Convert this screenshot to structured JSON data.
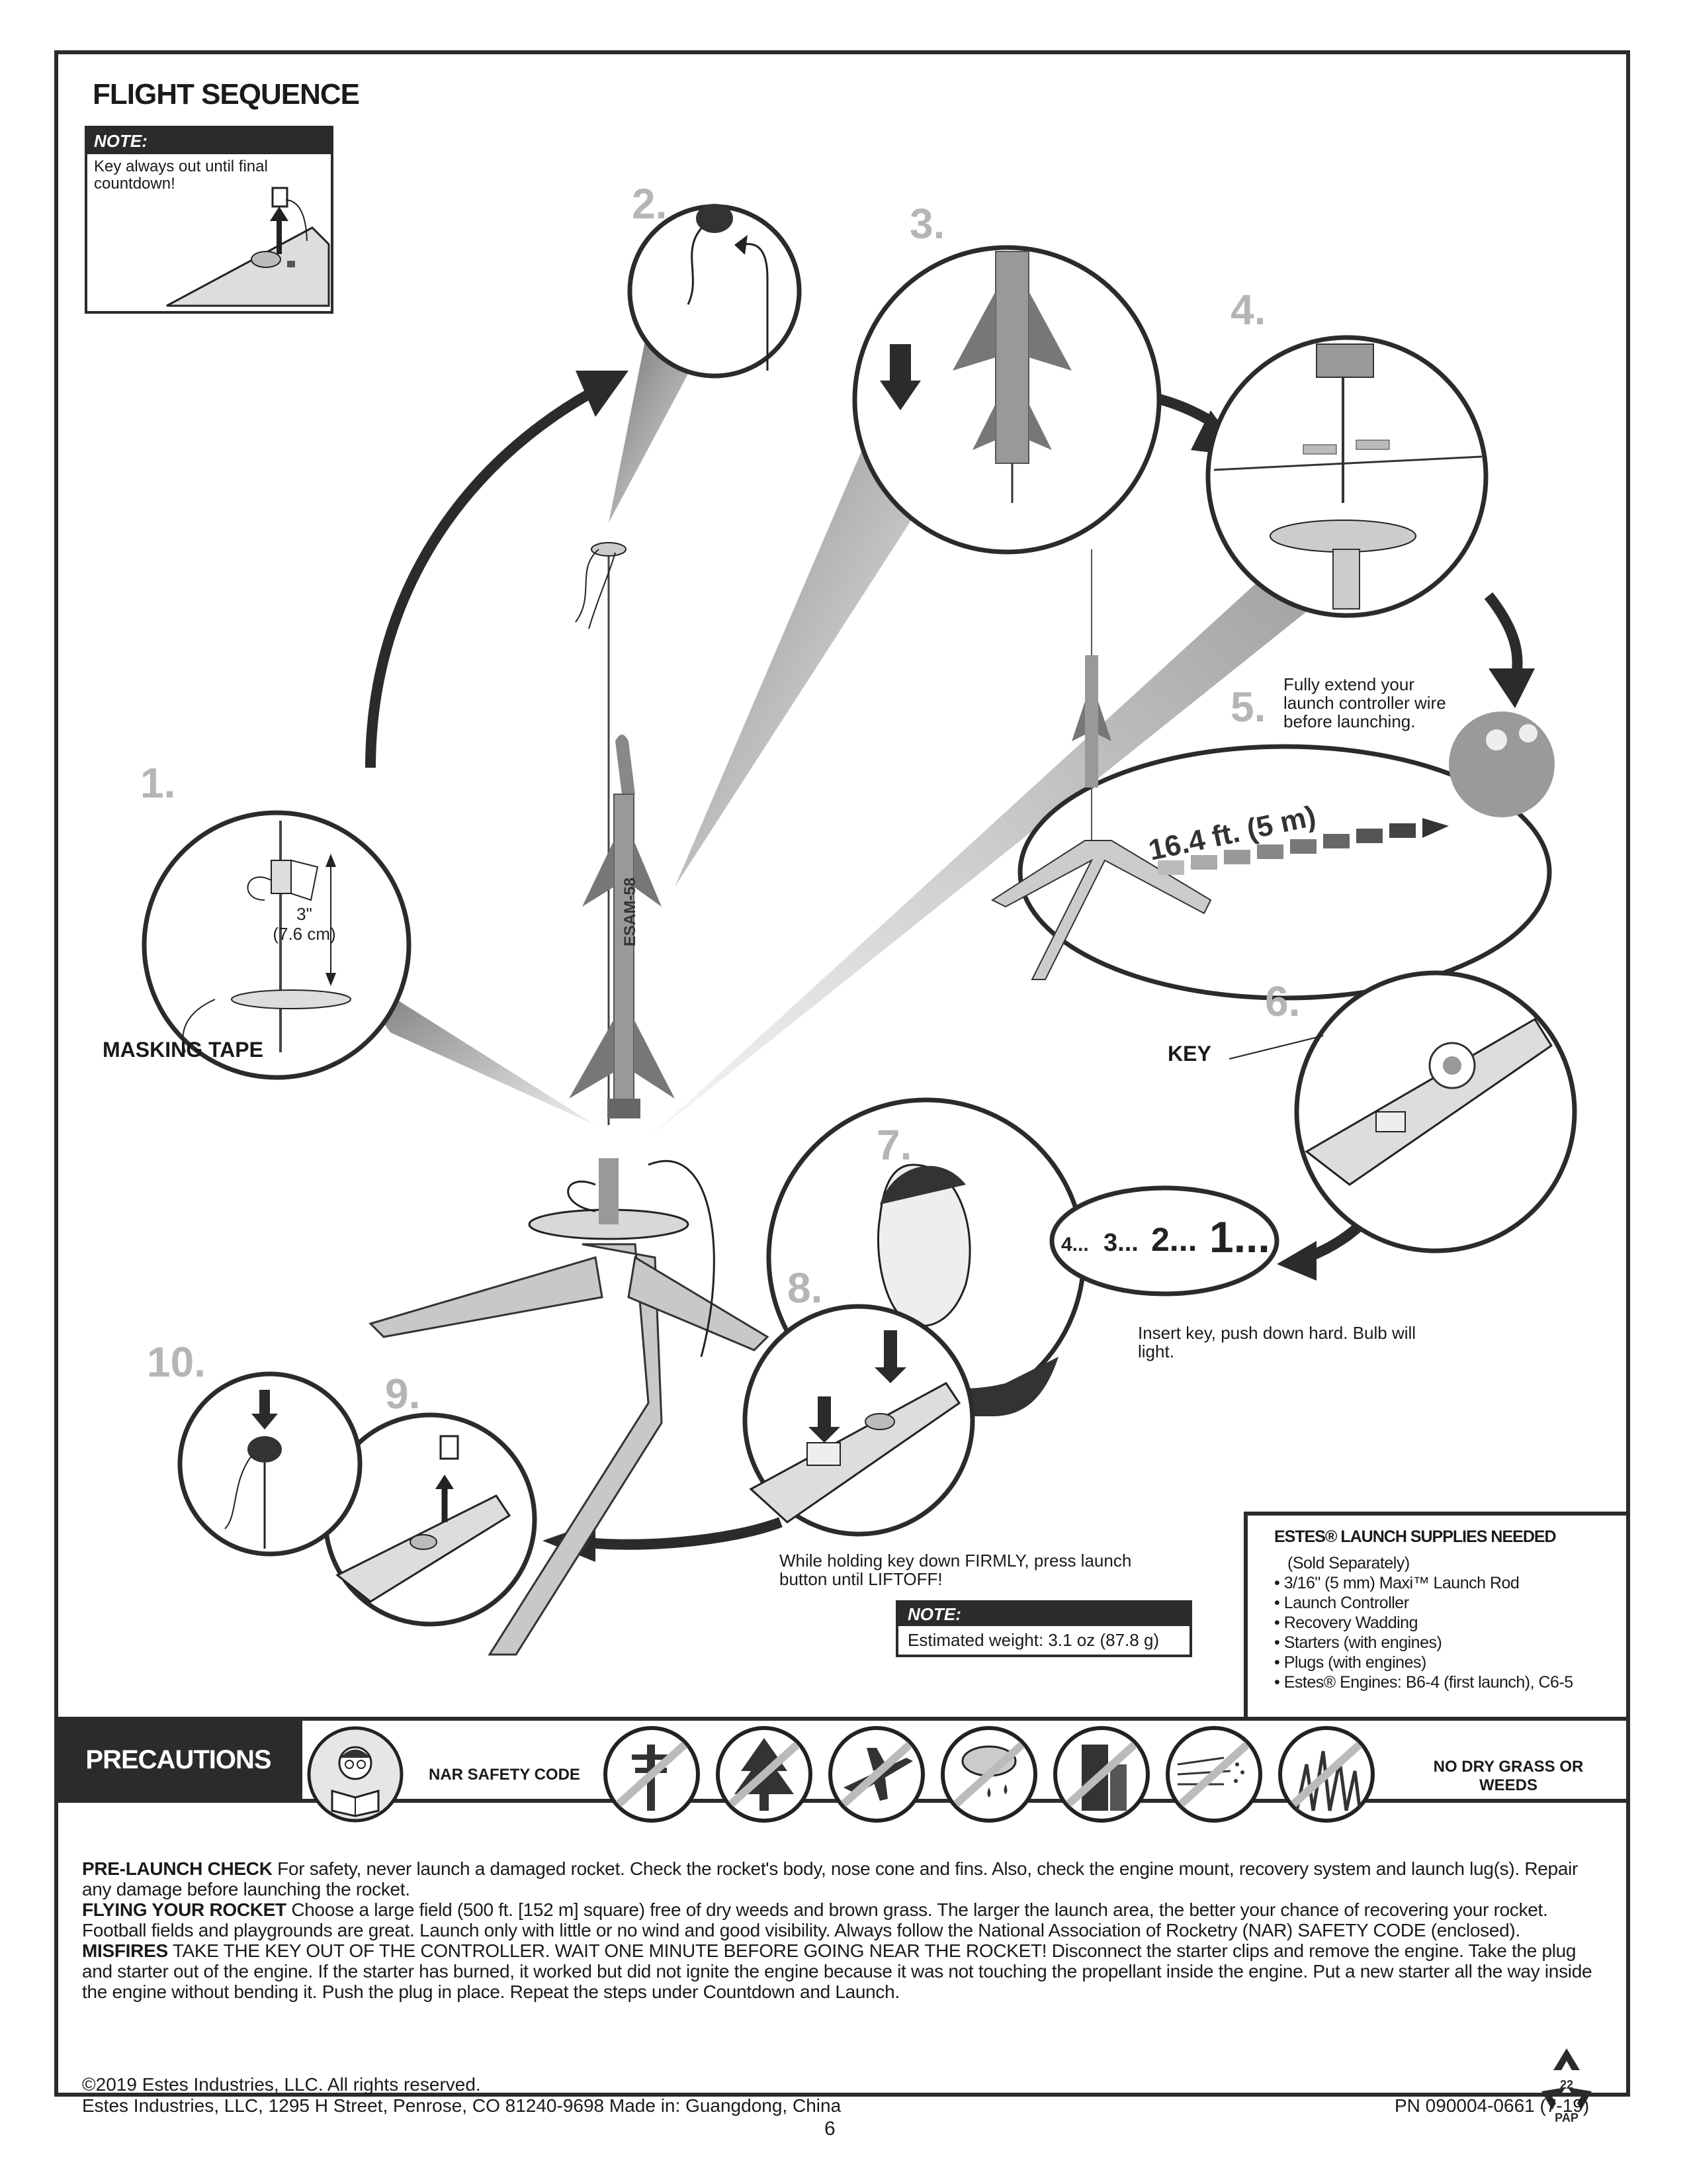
{
  "title": "FLIGHT SEQUENCE",
  "note_top": {
    "header": "NOTE:",
    "text_line1": "Key always out until final",
    "text_line2": "countdown!"
  },
  "steps": {
    "s1": "1.",
    "s2": "2.",
    "s3": "3.",
    "s4": "4.",
    "s5": "5.",
    "s6": "6.",
    "s7": "7.",
    "s8": "8.",
    "s9": "9.",
    "s10": "10."
  },
  "labels": {
    "masking_tape": "MASKING TAPE",
    "key": "KEY",
    "tape_dim_in": "3\"",
    "tape_dim_cm": "(7.6 cm)",
    "distance": "16.4 ft. (5 m)",
    "rocket_name": "ESAM-58"
  },
  "captions": {
    "step5_l1": "Fully extend your",
    "step5_l2": "launch controller wire",
    "step5_l3": "before launching.",
    "step7_l1": "Insert key, push down hard. Bulb will",
    "step7_l2": "light.",
    "step8_l1": "While holding key down FIRMLY, press launch",
    "step8_l2": "button until LIFTOFF!"
  },
  "countdown": {
    "c4": "4...",
    "c3": "3...",
    "c2": "2...",
    "c1": "1..."
  },
  "note_bottom": {
    "header": "NOTE:",
    "text": "Estimated weight: 3.1 oz (87.8 g)"
  },
  "supplies": {
    "heading": "ESTES® LAUNCH SUPPLIES NEEDED",
    "lines": [
      "(Sold Separately)",
      "• 3/16\" (5 mm) Maxi™ Launch Rod",
      "• Launch Controller",
      "• Recovery Wadding",
      "• Starters (with engines)",
      "• Plugs (with engines)",
      "• Estes® Engines: B6-4 (first launch), C6-5"
    ]
  },
  "precautions": {
    "label": "PRECAUTIONS",
    "nar": "NAR SAFETY CODE",
    "no_dry_l1": "NO DRY GRASS OR",
    "no_dry_l2": "WEEDS",
    "icons": [
      "reading-person-icon",
      "no-power-lines-icon",
      "no-trees-icon",
      "no-airplanes-icon",
      "no-rain-icon",
      "no-buildings-icon",
      "no-wind-icon",
      "no-dry-grass-icon"
    ]
  },
  "body": {
    "p1_head": "PRE-LAUNCH CHECK",
    "p1_text": " For safety, never launch a damaged rocket. Check the rocket's body, nose cone and fins. Also, check the engine mount, recovery system and launch lug(s). Repair any damage before launching the rocket.",
    "p2_head": "FLYING YOUR ROCKET",
    "p2_text": " Choose a large field (500 ft. [152 m] square) free of dry weeds and brown grass. The larger the launch area, the better your chance of recovering your rocket. Football fields and playgrounds are great. Launch only with little or no wind and good visibility. Always follow the National Association of Rocketry (NAR) SAFETY CODE (enclosed).",
    "p3_head": "MISFIRES",
    "p3_text": " TAKE THE KEY OUT OF THE CONTROLLER. WAIT ONE MINUTE BEFORE GOING NEAR THE ROCKET! Disconnect the starter clips and remove the engine. Take the plug and starter out of the engine. If the starter has burned, it worked but did not ignite the engine because it was not touching the propellant inside the engine. Put a new starter all the way inside the engine without bending it. Push the plug in place. Repeat the steps under Countdown and Launch."
  },
  "footer": {
    "copyright": "©2019 Estes Industries, LLC. All rights reserved.",
    "address": "Estes Industries, LLC, 1295 H Street, Penrose, CO 81240-9698 Made in: Guangdong, China",
    "pn": "PN 090004-0661 (7-19)",
    "page": "6",
    "recycle_num": "22",
    "recycle_code": "PAP"
  }
}
